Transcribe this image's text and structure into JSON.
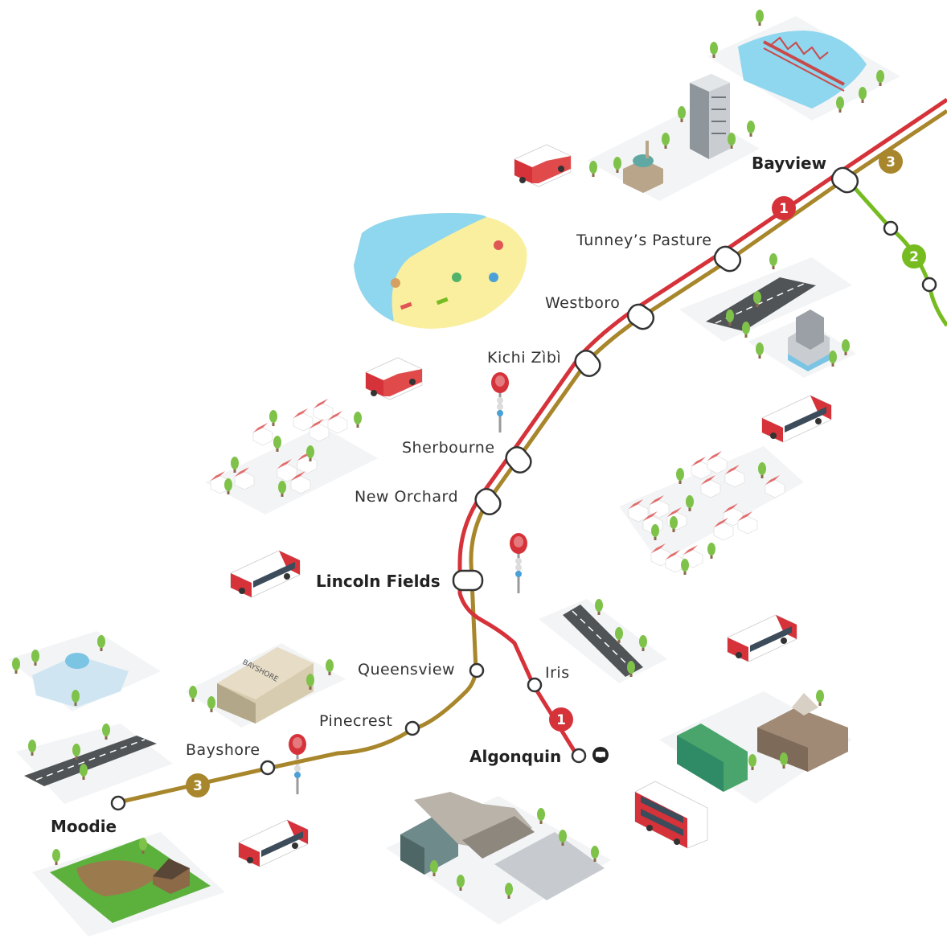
{
  "map": {
    "colors": {
      "line1": "#d6323a",
      "line2": "#76bc21",
      "line3": "#a8862b",
      "water": "#8fd6ef",
      "sand": "#f9ef9e",
      "grass": "#5cb13c",
      "road": "#505456",
      "tile": "#f3f4f5"
    },
    "lines": [
      {
        "number": "1",
        "color": "#d6323a"
      },
      {
        "number": "2",
        "color": "#76bc21"
      },
      {
        "number": "3",
        "color": "#a8862b"
      }
    ],
    "stations": {
      "bayview": "Bayview",
      "tunneys_pasture": "Tunney’s Pasture",
      "westboro": "Westboro",
      "kichi_zibi": "Kichi Zìbì",
      "sherbourne": "Sherbourne",
      "new_orchard": "New Orchard",
      "lincoln_fields": "Lincoln Fields",
      "queensview": "Queensview",
      "iris": "Iris",
      "pinecrest": "Pinecrest",
      "algonquin": "Algonquin",
      "bayshore": "Bayshore",
      "moodie": "Moodie"
    },
    "landmarks": {
      "mall_sign": "BAYSHORE"
    },
    "icons": [
      "bus-icon",
      "double-decker-bus-icon",
      "food-truck-icon",
      "bus-stop-sign-icon",
      "park-and-ride-icon",
      "tree-icon",
      "house-icon"
    ]
  }
}
